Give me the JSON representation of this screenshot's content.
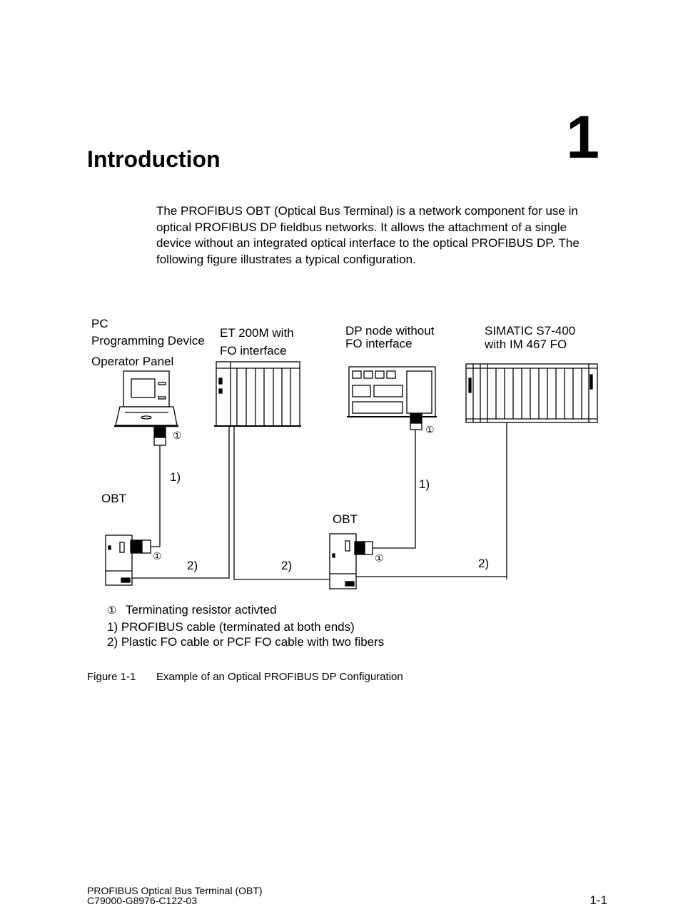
{
  "chapter": {
    "number": "1",
    "title": "Introduction"
  },
  "intro_paragraph": "The PROFIBUS OBT (Optical Bus Terminal) is a network component for use in optical PROFIBUS DP fieldbus networks. It allows the attachment of a single device without an integrated optical interface to the optical PROFIBUS DP. The following figure illustrates a typical configuration.",
  "figure": {
    "device_labels": {
      "pc": [
        "PC",
        "Programming Device",
        "Operator Panel"
      ],
      "et200m": [
        "ET 200M with",
        "FO interface"
      ],
      "dp_node": [
        "DP node without",
        "FO interface"
      ],
      "simatic": [
        "SIMATIC S7-400",
        "with IM 467 FO"
      ]
    },
    "obt_label": "OBT",
    "resistor_marker": "①",
    "cable_1_label": "1)",
    "cable_2_label": "2)",
    "legend": [
      {
        "symbol": "①",
        "text": "Terminating resistor activted"
      },
      {
        "symbol": "",
        "text": "1) PROFIBUS cable (terminated at both ends)"
      },
      {
        "symbol": "",
        "text": "2) Plastic FO cable or PCF FO cable with two fibers"
      }
    ],
    "number": "Figure 1-1",
    "caption": "Example of an Optical PROFIBUS DP Configuration"
  },
  "footer": {
    "title": "PROFIBUS Optical Bus Terminal (OBT)",
    "code": "C79000-G8976-C122-03",
    "page": "1-1"
  }
}
